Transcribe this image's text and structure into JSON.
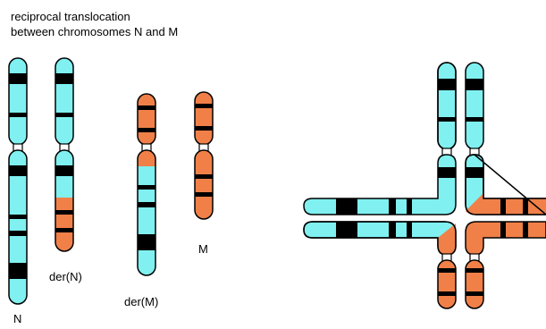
{
  "title": {
    "line1": "reciprocal translocation",
    "line2": "between chromosomes N and M"
  },
  "labels": {
    "n": "N",
    "der_n": "der(N)",
    "der_m": "der(M)",
    "m": "M"
  },
  "colors": {
    "chromosome_n": "#80f0f0",
    "chromosome_m": "#f08048",
    "band": "#000000",
    "outline": "#000000"
  }
}
